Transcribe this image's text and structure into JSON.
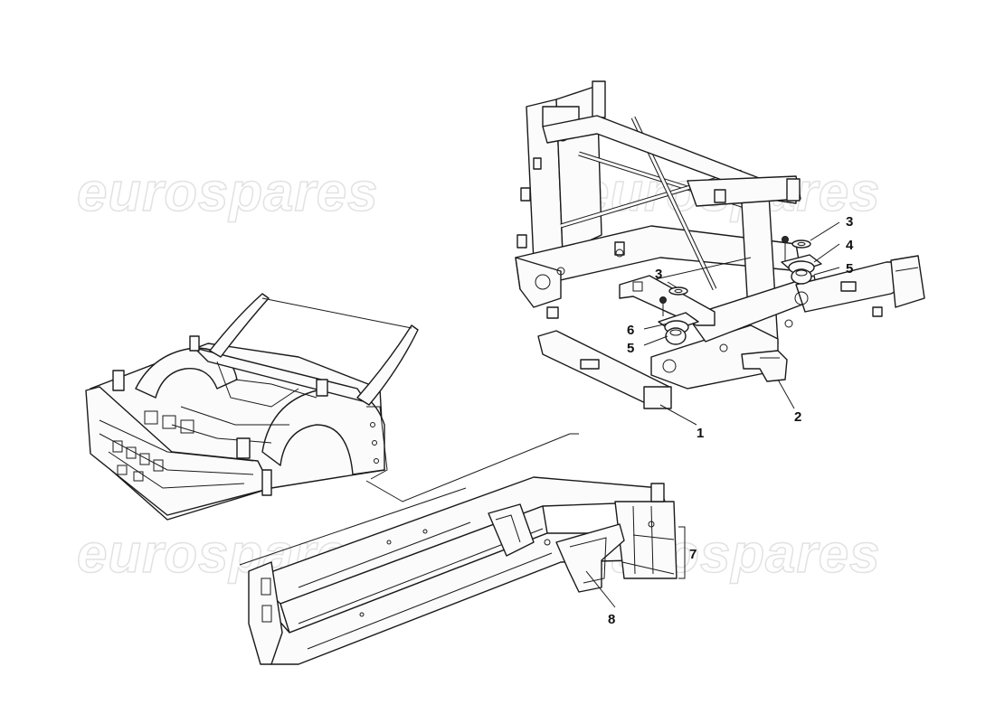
{
  "watermark": {
    "text": "eurospares",
    "color": "#e2e2e2"
  },
  "callouts": [
    {
      "id": "1",
      "label": "1"
    },
    {
      "id": "2",
      "label": "2"
    },
    {
      "id": "3a",
      "label": "3"
    },
    {
      "id": "3b",
      "label": "3"
    },
    {
      "id": "4",
      "label": "4"
    },
    {
      "id": "5a",
      "label": "5"
    },
    {
      "id": "5b",
      "label": "5"
    },
    {
      "id": "6",
      "label": "6"
    },
    {
      "id": "7",
      "label": "7"
    },
    {
      "id": "8",
      "label": "8"
    }
  ]
}
